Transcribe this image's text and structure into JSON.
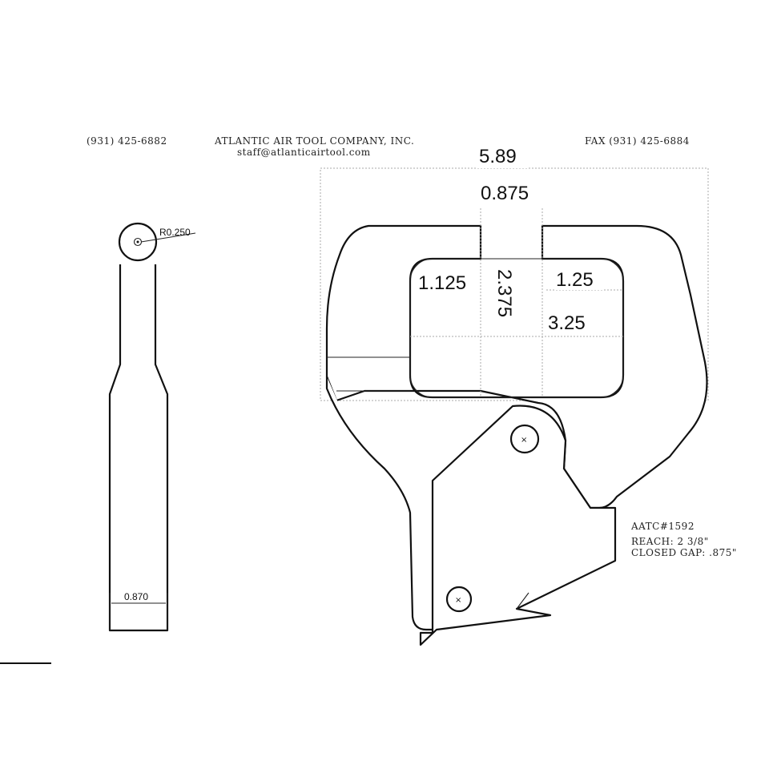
{
  "header": {
    "phone": "(931) 425-6882",
    "company": "ATLANTIC AIR TOOL COMPANY, INC.",
    "email": "staff@atlanticairtool.com",
    "fax": "FAX (931) 425-6884"
  },
  "side_view": {
    "radius_label": "R0.250",
    "width_label": "0.870"
  },
  "dimensions": {
    "overall_width": "5.89",
    "closed_gap": "0.875",
    "left_depth": "1.125",
    "reach": "2.375",
    "right_depth": "1.25",
    "throat_width": "3.25"
  },
  "spec": {
    "model": "AATC#1592",
    "reach_line": "REACH:  2 3/8\"",
    "closed_gap_line": "CLOSED GAP: .875\""
  }
}
